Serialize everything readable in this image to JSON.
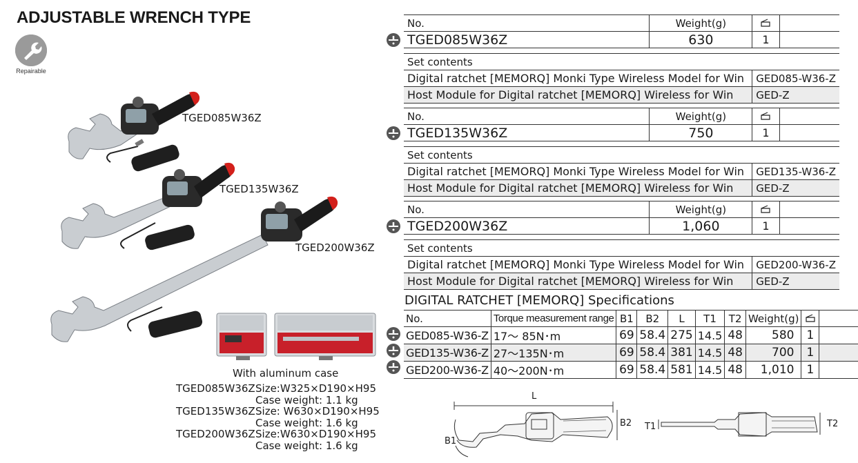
{
  "page": {
    "title": "ADJUSTABLE WRENCH TYPE",
    "repair_badge": "Repairable"
  },
  "images": {
    "tool1_label": "TGED085W36Z",
    "tool2_label": "TGED135W36Z",
    "tool3_label": "TGED200W36Z",
    "case_caption": "With aluminum case"
  },
  "headers": {
    "no": "No.",
    "weight": "Weight(g)",
    "qty_icon": "box-icon",
    "set_contents": "Set contents"
  },
  "sets": [
    {
      "model": "TGED085W36Z",
      "weight": "630",
      "qty": "1",
      "contents": [
        {
          "name": "Digital ratchet [MEMORQ] Monki Type Wireless Model for Win",
          "code": "GED085-W36-Z"
        },
        {
          "name": "Host Module for Digital ratchet [MEMORQ] Wireless for Win",
          "code": "GED-Z"
        }
      ]
    },
    {
      "model": "TGED135W36Z",
      "weight": "750",
      "qty": "1",
      "contents": [
        {
          "name": "Digital ratchet [MEMORQ] Monki Type Wireless Model for Win",
          "code": "GED135-W36-Z"
        },
        {
          "name": "Host Module for Digital ratchet [MEMORQ] Wireless for Win",
          "code": "GED-Z"
        }
      ]
    },
    {
      "model": "TGED200W36Z",
      "weight": "1,060",
      "qty": "1",
      "contents": [
        {
          "name": "Digital ratchet [MEMORQ] Monki Type Wireless Model for Win",
          "code": "GED200-W36-Z"
        },
        {
          "name": "Host Module for Digital ratchet [MEMORQ] Wireless for Win",
          "code": "GED-Z"
        }
      ]
    }
  ],
  "ratchet_specs": {
    "title": "DIGITAL RATCHET [MEMORQ] Specifications",
    "columns": [
      "No.",
      "Torque measurement range",
      "B1",
      "B2",
      "L",
      "T1",
      "T2",
      "Weight(g)"
    ],
    "rows": [
      {
        "no": "GED085-W36-Z",
        "range": "17～ 85N･m",
        "b1": "69",
        "b2": "58.4",
        "l": "275",
        "t1": "14.5",
        "t2": "48",
        "weight": "580",
        "qty": "1"
      },
      {
        "no": "GED135-W36-Z",
        "range": "27～135N･m",
        "b1": "69",
        "b2": "58.4",
        "l": "381",
        "t1": "14.5",
        "t2": "48",
        "weight": "700",
        "qty": "1"
      },
      {
        "no": "GED200-W36-Z",
        "range": "40～200N･m",
        "b1": "69",
        "b2": "58.4",
        "l": "581",
        "t1": "14.5",
        "t2": "48",
        "weight": "1,010",
        "qty": "1"
      }
    ]
  },
  "cases": [
    {
      "model": "TGED085W36Z",
      "size": "Size:W325×D190×H95",
      "weight": "Case weight: 1.1 kg"
    },
    {
      "model": "TGED135W36Z",
      "size": "Size: W630×D190×H95",
      "weight": "Case weight: 1.6 kg"
    },
    {
      "model": "TGED200W36Z",
      "size": "Size:W630×D190×H95",
      "weight": "Case weight: 1.6 kg"
    }
  ],
  "diagram": {
    "l": "L",
    "b1": "B1",
    "b2": "B2",
    "t1": "T1",
    "t2": "T2"
  },
  "colors": {
    "grip_red": "#d3201b",
    "grip_black": "#1b1b1b",
    "chrome": "#c9cdd1",
    "row_gray": "#ececec",
    "warn_icon": "#555555"
  }
}
